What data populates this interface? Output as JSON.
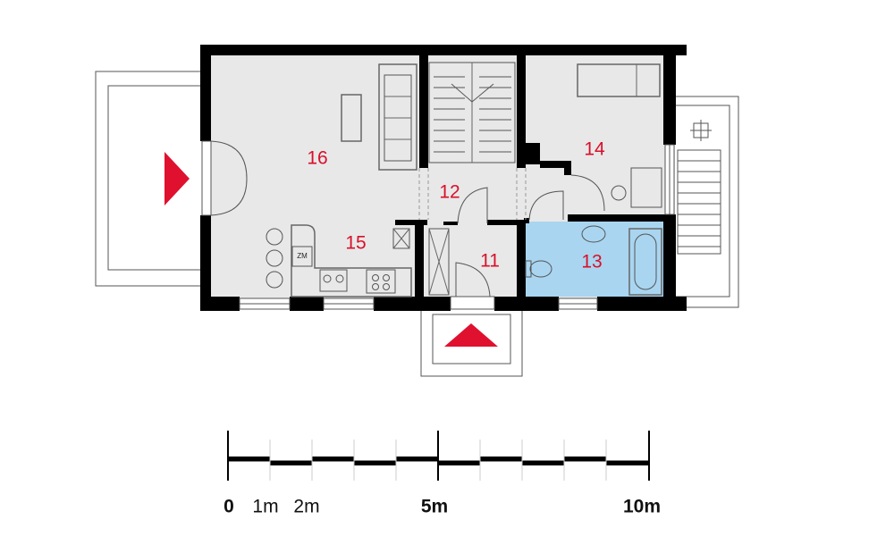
{
  "plan": {
    "rooms": [
      {
        "id": "16",
        "label": "16"
      },
      {
        "id": "15",
        "label": "15"
      },
      {
        "id": "12",
        "label": "12"
      },
      {
        "id": "11",
        "label": "11"
      },
      {
        "id": "14",
        "label": "14"
      },
      {
        "id": "13",
        "label": "13"
      }
    ],
    "fixtures": {
      "fridge_label": "ZM"
    },
    "colors": {
      "floor": "#e8e8e8",
      "bathroom": "#a9d5f0",
      "wall": "#000000",
      "entrance_arrow": "#e0102f",
      "room_number": "#d8102a"
    }
  },
  "scale_bar": {
    "labels": [
      {
        "text": "0",
        "bold": true
      },
      {
        "text": "1m",
        "bold": false
      },
      {
        "text": "2m",
        "bold": false
      },
      {
        "text": "5m",
        "bold": true
      },
      {
        "text": "10m",
        "bold": true
      }
    ]
  }
}
